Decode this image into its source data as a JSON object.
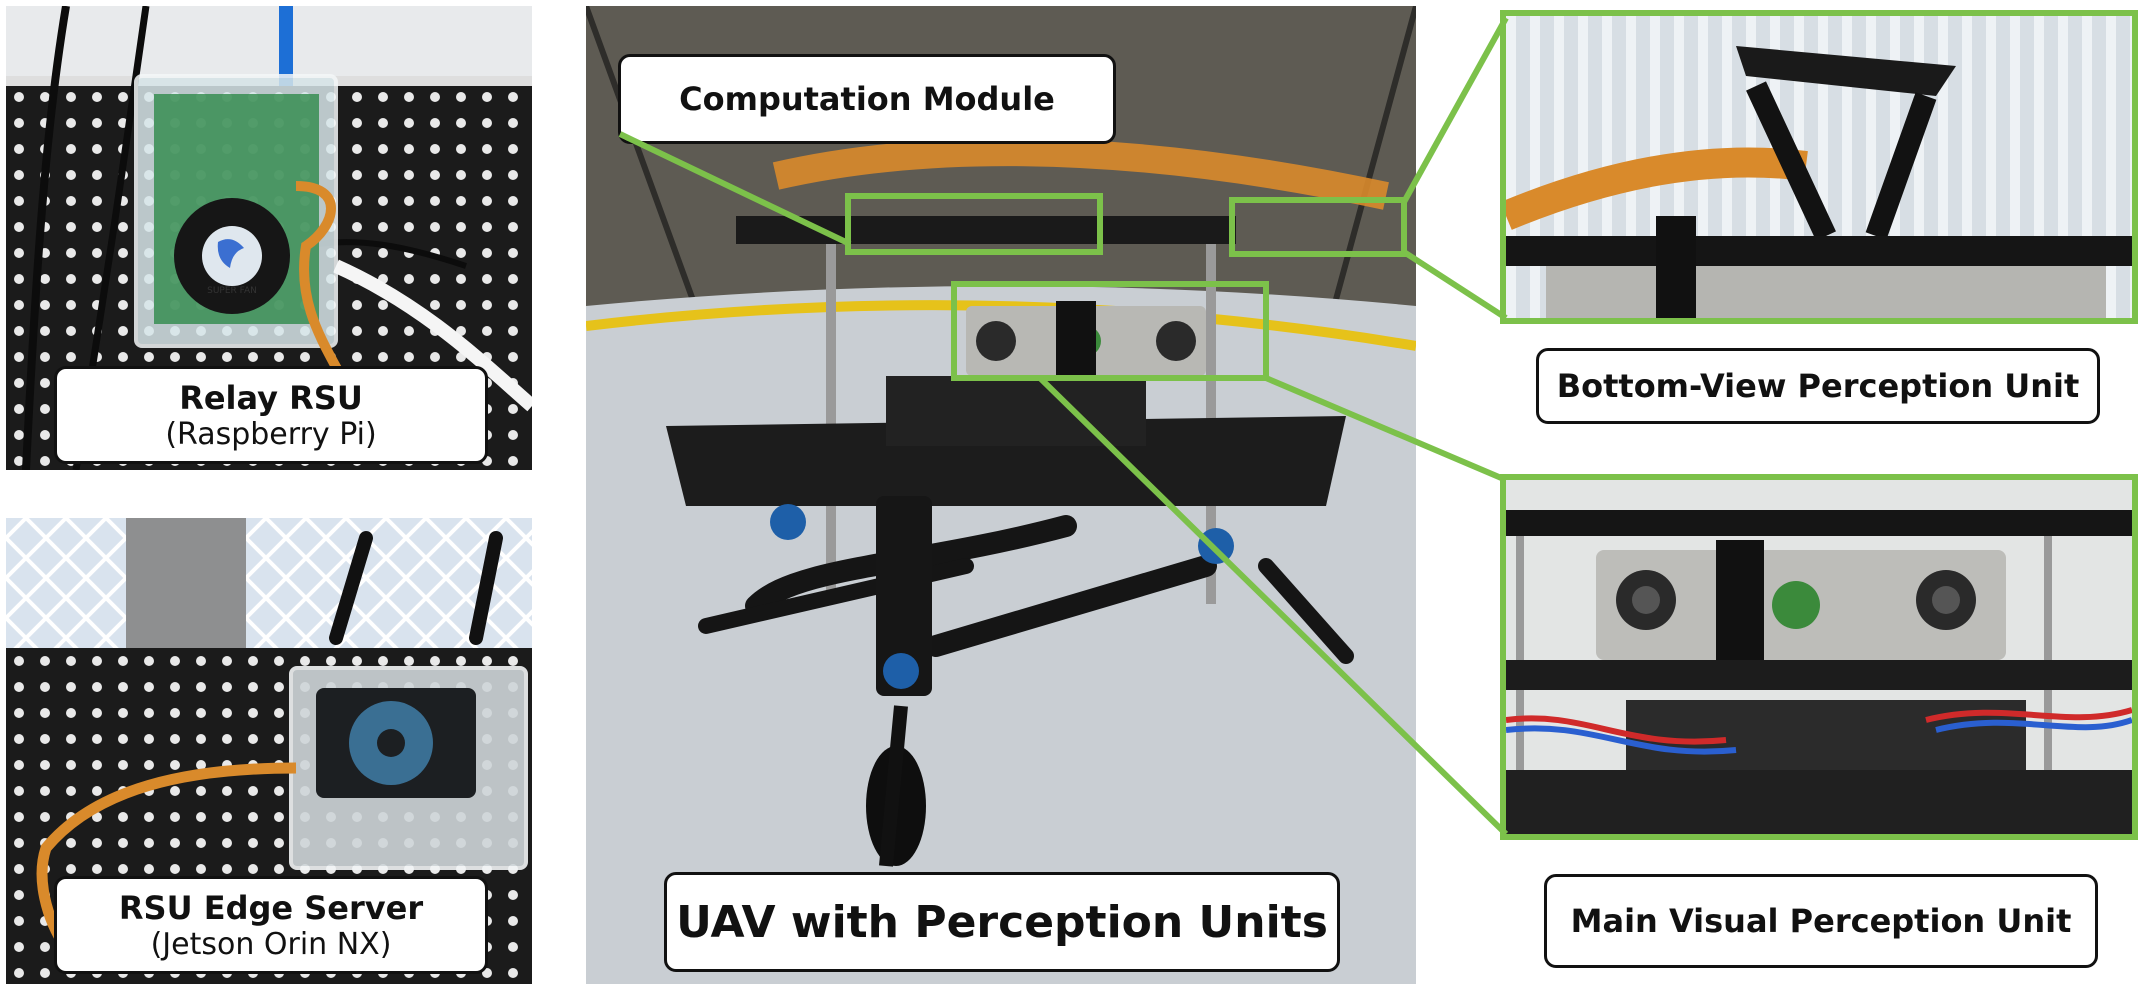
{
  "labels": {
    "relay_rsu_title": "Relay RSU",
    "relay_rsu_subtitle": "(Raspberry Pi)",
    "edge_server_title": "RSU Edge Server",
    "edge_server_subtitle": "(Jetson Orin NX)",
    "computation_module": "Computation Module",
    "uav_title": "UAV with Perception Units",
    "bottom_view_unit": "Bottom-View Perception Unit",
    "main_visual_unit": "Main Visual Perception Unit"
  },
  "device_markings": {
    "fan_label": "SUPER FAN"
  },
  "colors": {
    "highlight": "#7CC14A",
    "label_border": "#111111",
    "label_bg": "#ffffff",
    "pegboard": "#1b1b1b",
    "ribbon_cable": "#d98a2b",
    "arena_floor": "#c9ced3",
    "floor_line": "#e6c21a"
  }
}
